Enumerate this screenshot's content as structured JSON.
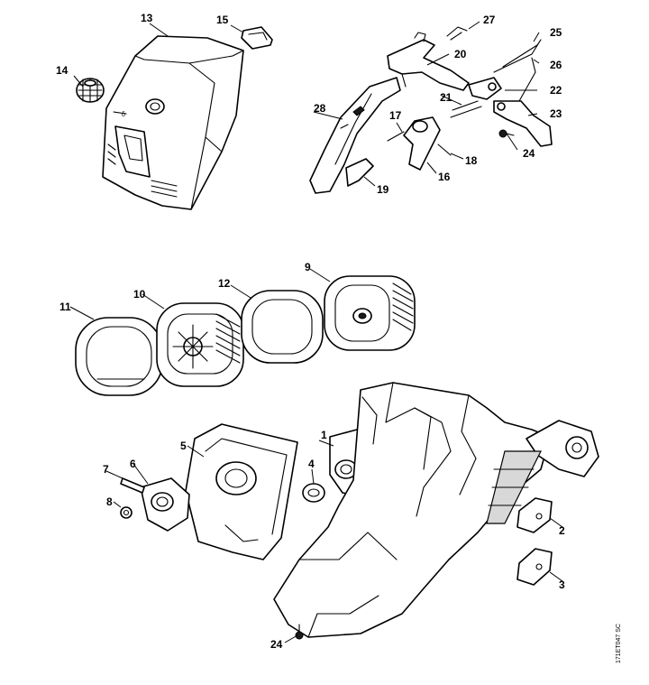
{
  "drawing_code": "171ET047 SC",
  "callouts": {
    "c1": "1",
    "c2": "2",
    "c3": "3",
    "c4": "4",
    "c5": "5",
    "c6": "6",
    "c7": "7",
    "c8": "8",
    "c9": "9",
    "c10": "10",
    "c11": "11",
    "c12": "12",
    "c13": "13",
    "c14": "14",
    "c15": "15",
    "c16": "16",
    "c17": "17",
    "c18": "18",
    "c19": "19",
    "c20": "20",
    "c21": "21",
    "c22": "22",
    "c23": "23",
    "c24a": "24",
    "c24b": "24",
    "c25": "25",
    "c26": "26",
    "c27": "27",
    "c28": "28"
  }
}
